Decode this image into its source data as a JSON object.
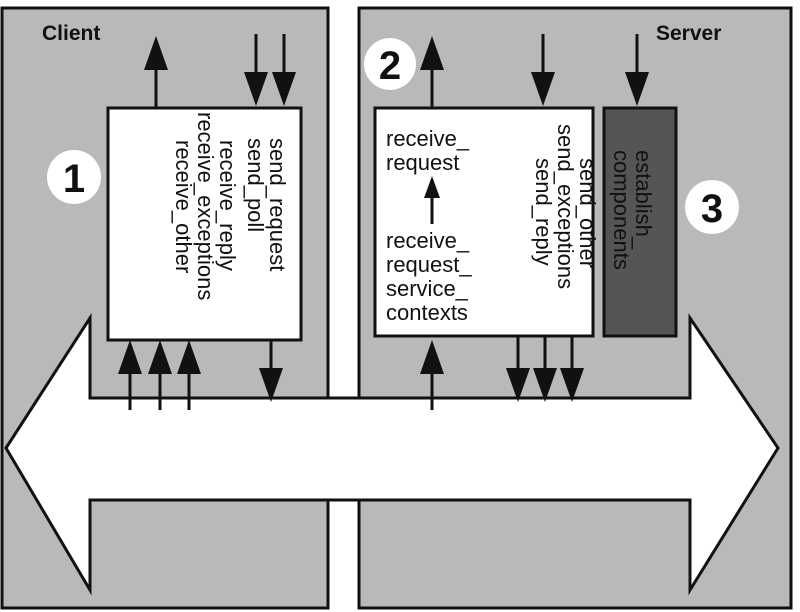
{
  "client": {
    "title": "Client",
    "number": "1",
    "box_lines": [
      "send_poll",
      "send_request",
      "receive_other",
      "receive_exceptions",
      "receive_reply"
    ]
  },
  "server": {
    "title": "Server",
    "number_box": "2",
    "number_components": "3",
    "request_lines": [
      "receive_",
      "request"
    ],
    "context_lines": [
      "receive_",
      "request_",
      "service_",
      "contexts"
    ],
    "send_lines": [
      "send_other",
      "send_exceptions",
      "send_reply"
    ],
    "components_lines": [
      "establish_",
      "components"
    ]
  },
  "colors": {
    "pane": "#b9b9b9",
    "components_box": "#555555",
    "ink": "#111111"
  }
}
